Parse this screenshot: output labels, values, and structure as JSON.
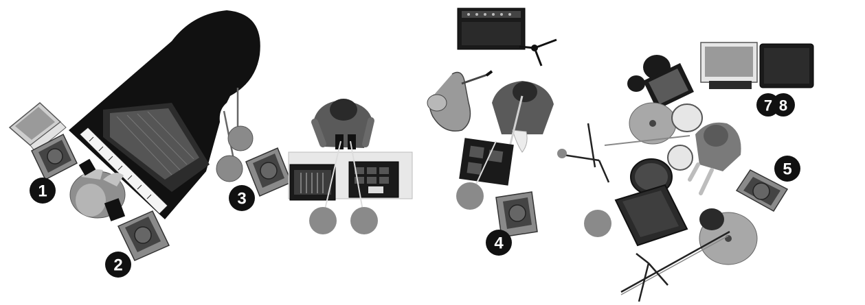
{
  "stage_plot": {
    "channel_badges": [
      {
        "id": "ch1",
        "label": "1"
      },
      {
        "id": "ch2",
        "label": "2"
      },
      {
        "id": "ch3",
        "label": "3"
      },
      {
        "id": "ch4",
        "label": "4"
      },
      {
        "id": "ch5",
        "label": "5"
      },
      {
        "id": "ch7",
        "label": "7"
      },
      {
        "id": "ch8",
        "label": "8"
      }
    ],
    "icons": [
      "grand-piano-icon",
      "pianist-icon",
      "laptop-icon",
      "monitor-wedge-icon",
      "mic-stand-icon",
      "keyboardist-icon",
      "synth-keyboard-icon",
      "sampler-pad-icon",
      "guitar-amp-icon",
      "saxophone-icon",
      "saxophonist-icon",
      "effects-pedal-icon",
      "drum-kit-icon",
      "drummer-icon",
      "cymbal-icon",
      "subwoofer-icon"
    ],
    "colors": {
      "badge": "#111111",
      "badge_text": "#ffffff",
      "equipment_dark": "#1a1a1a",
      "equipment_mid": "#6e6e6e",
      "monitor_light": "#9c9c9c",
      "mic_pad": "#8a8a8a",
      "background": "#ffffff"
    }
  }
}
